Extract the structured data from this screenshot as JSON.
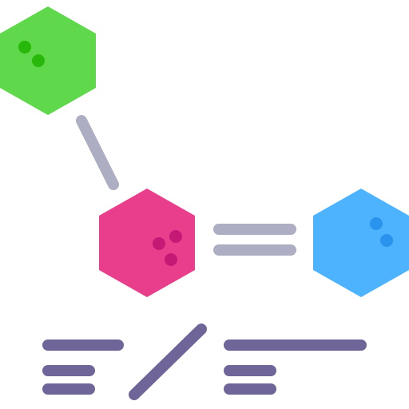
{
  "colors": {
    "background": "#ffffff",
    "green_hexagon": "#5fd94b",
    "green_dots": "#27b80b",
    "pink_hexagon": "#e83e8c",
    "pink_dots": "#c41a76",
    "blue_hexagon": "#4db3ff",
    "blue_dots": "#2a93ee",
    "bond": "#adadc3",
    "formula_lines": "#6f6599"
  },
  "icons": {
    "green_hexagon": "hexagon-icon",
    "pink_hexagon": "hexagon-icon",
    "blue_hexagon": "hexagon-icon",
    "single_bond": "line-icon",
    "double_bond": "double-line-icon",
    "fraction_slash": "slash-icon"
  },
  "molecule": {
    "atoms": [
      {
        "name": "green-atom",
        "dots": 2
      },
      {
        "name": "pink-atom",
        "dots": 3
      },
      {
        "name": "blue-atom",
        "dots": 2
      }
    ],
    "bonds": [
      {
        "from": "green-atom",
        "to": "pink-atom",
        "order": 1
      },
      {
        "from": "pink-atom",
        "to": "blue-atom",
        "order": 2
      }
    ]
  },
  "formula": {
    "left_lines": 3,
    "right_lines": 3
  }
}
